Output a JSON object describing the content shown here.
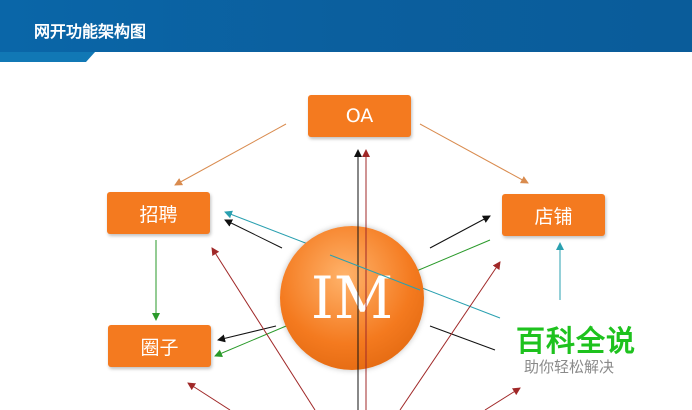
{
  "header": {
    "title": "网开功能架构图"
  },
  "nodes": {
    "oa": "OA",
    "recruit": "招聘",
    "shop": "店铺",
    "circle": "圈子",
    "im": "IM"
  },
  "watermark": {
    "title": "百科全说",
    "subtitle": "助你轻松解决"
  },
  "colors": {
    "header": "#0b5f9e",
    "box": "#f47a1f",
    "watermark": "#1ec21e"
  }
}
